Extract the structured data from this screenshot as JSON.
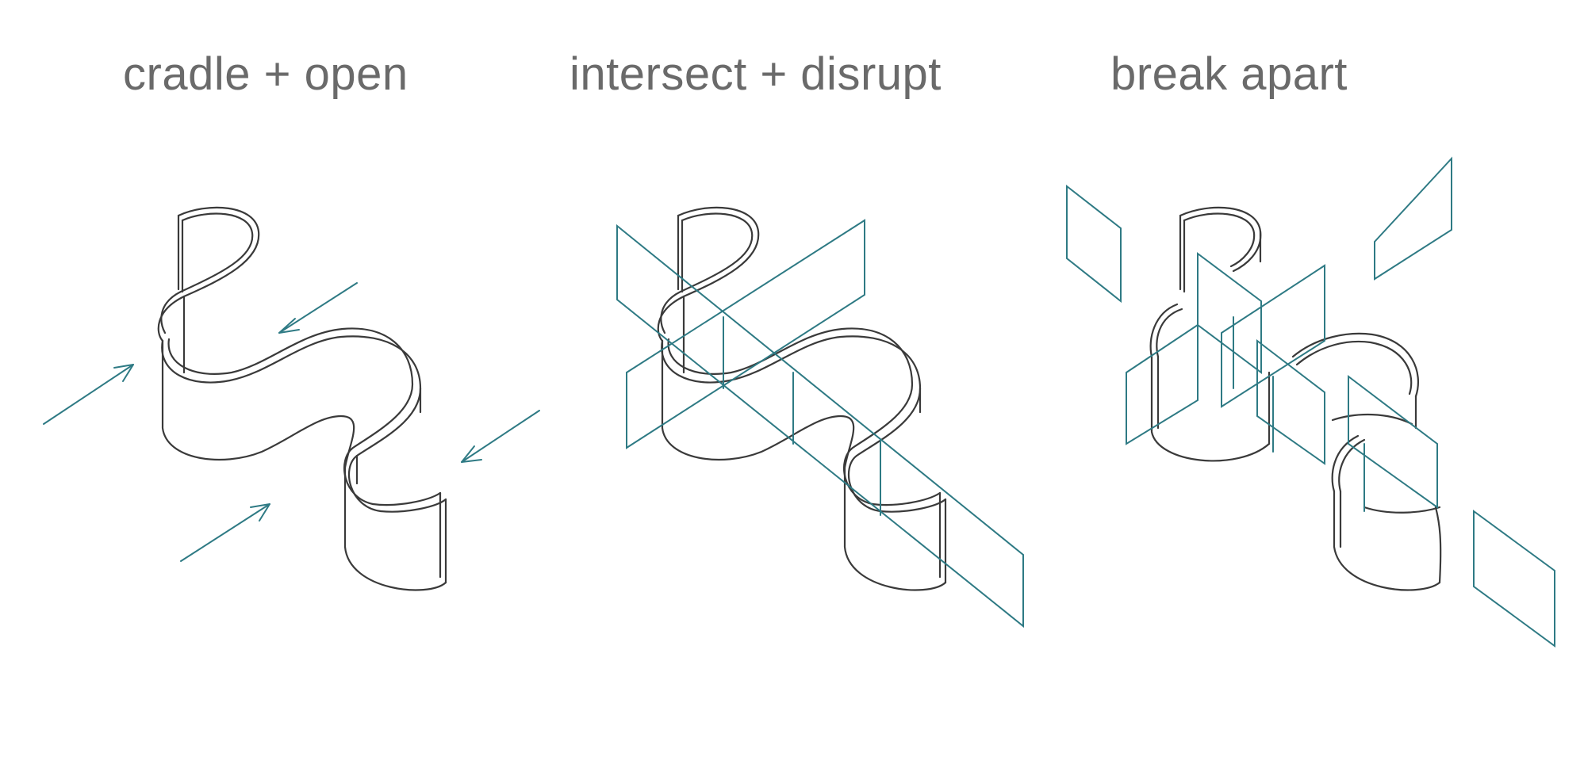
{
  "panels": [
    {
      "title": "cradle + open"
    },
    {
      "title": "intersect + disrupt"
    },
    {
      "title": "break apart"
    }
  ],
  "colors": {
    "text": "#6a6a6a",
    "wall_stroke": "#3a3a3a",
    "accent_stroke": "#2e7a84",
    "background": "#ffffff"
  }
}
